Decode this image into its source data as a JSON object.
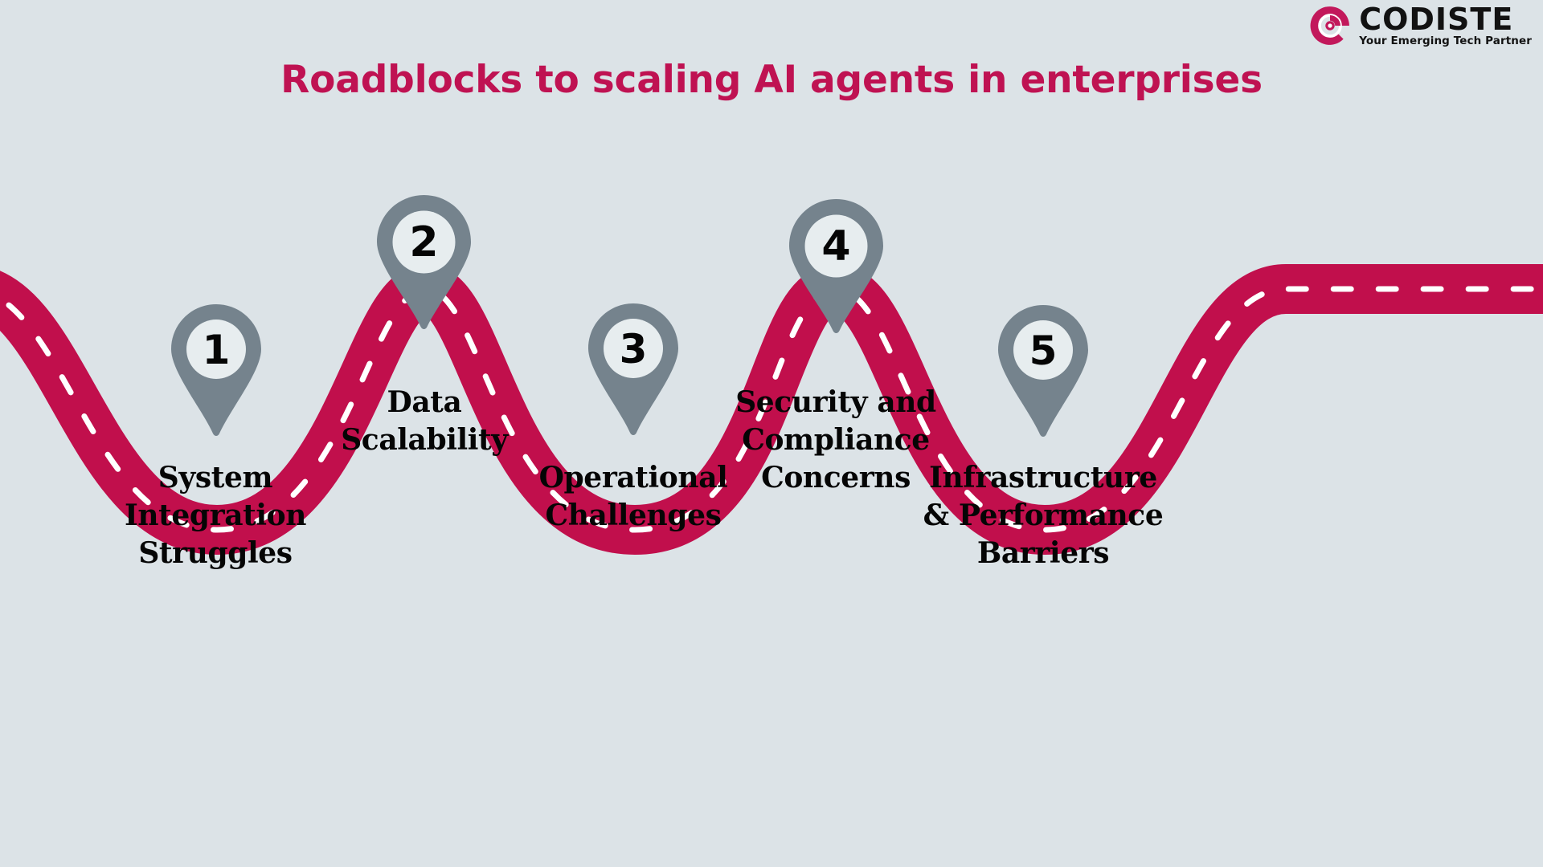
{
  "background_color": "#dce3e7",
  "brand": {
    "logo_mark": "codiste-c-logo-icon",
    "name": "CODISTE",
    "tagline": "Your Emerging Tech Partner",
    "color": "#c2185b"
  },
  "header": {
    "title": "Roadblocks to scaling AI agents in enterprises",
    "title_color": "#bf1252"
  },
  "roadmap": {
    "road_color": "#c10f4c",
    "dash_color": "#ffffff",
    "pin_color": "#75838d",
    "pin_inner_color": "#e7edef",
    "number_color": "#050505",
    "label_color": "#050505",
    "steps": [
      {
        "number": "1",
        "label": "System Integration Struggles"
      },
      {
        "number": "2",
        "label": "Data Scalability"
      },
      {
        "number": "3",
        "label": "Operational Challenges"
      },
      {
        "number": "4",
        "label": "Security and Compliance Concerns"
      },
      {
        "number": "5",
        "label": "Infrastructure & Performance Barriers"
      }
    ]
  },
  "labels": {
    "step1_line1": "System",
    "step1_line2": "Integration",
    "step1_line3": "Struggles",
    "step2_line1": "Data",
    "step2_line2": "Scalability",
    "step3_line1": "Operational",
    "step3_line2": "Challenges",
    "step4_line1": "Security and",
    "step4_line2": "Compliance",
    "step4_line3": "Concerns",
    "step5_line1": "Infrastructure",
    "step5_line2": "& Performance",
    "step5_line3": "Barriers"
  },
  "numbers": {
    "n1": "1",
    "n2": "2",
    "n3": "3",
    "n4": "4",
    "n5": "5"
  }
}
